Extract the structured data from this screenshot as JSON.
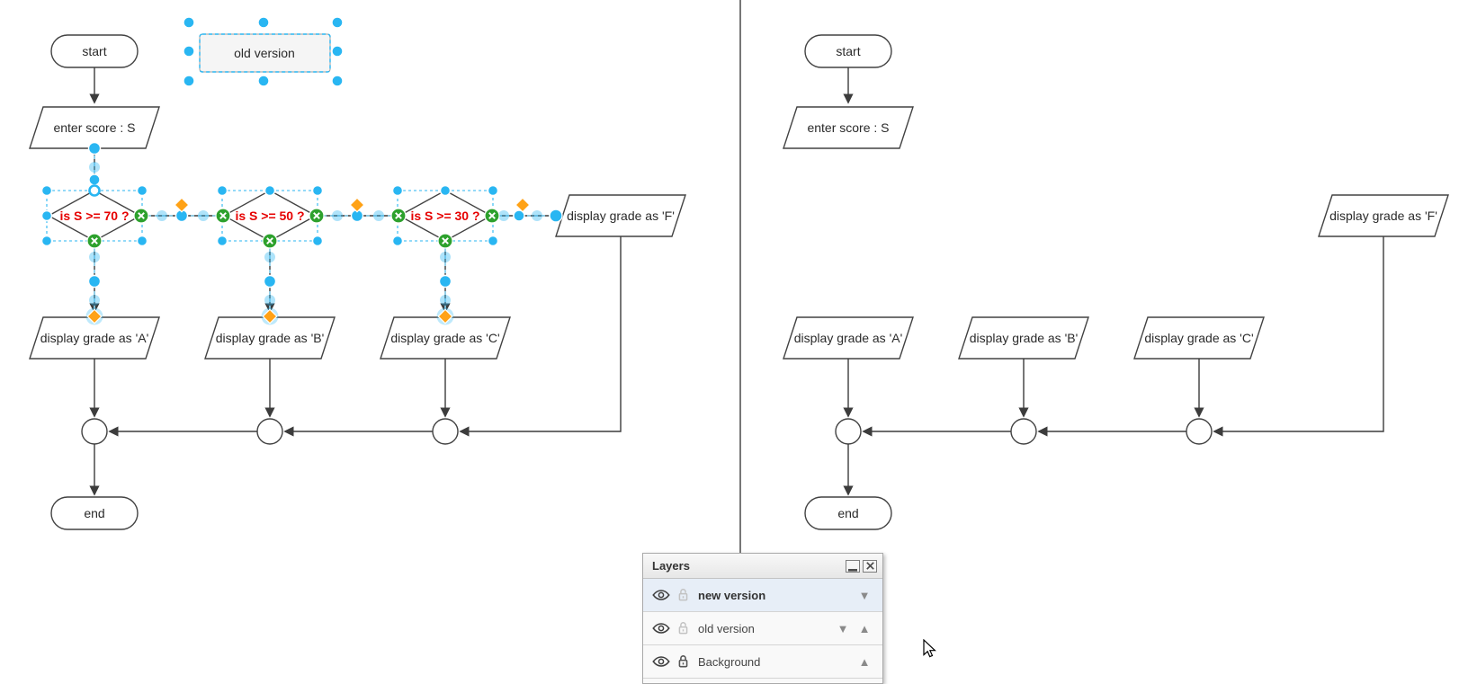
{
  "diagram": {
    "old": {
      "start": "start",
      "input": "enter score : S",
      "d1": "is S >= 70 ?",
      "d2": "is S >= 50 ?",
      "d3": "is S >= 30 ?",
      "a": "display grade as 'A'",
      "b": "display grade as 'B'",
      "c": "display grade as 'C'",
      "f": "display grade as 'F'",
      "end": "end"
    },
    "new": {
      "start": "start",
      "input": "enter score : S",
      "a": "display grade as 'A'",
      "b": "display grade as 'B'",
      "c": "display grade as 'C'",
      "f": "display grade as 'F'",
      "end": "end"
    },
    "selected_label": "old version"
  },
  "layers": {
    "title": "Layers",
    "rows": [
      {
        "name": "new version",
        "selected": "true",
        "locked": "false",
        "visible": "true",
        "left_arrow": "",
        "right_arrow": "▼"
      },
      {
        "name": "old version",
        "selected": "false",
        "locked": "false",
        "visible": "true",
        "left_arrow": "▼",
        "right_arrow": "▲"
      },
      {
        "name": "Background",
        "selected": "false",
        "locked": "true",
        "visible": "true",
        "left_arrow": "",
        "right_arrow": "▲"
      }
    ]
  },
  "colors": {
    "selection": "#29b6f2",
    "connection_point": "#2da12d",
    "label_handle": "#ffa216",
    "decision_text": "#e60000"
  }
}
